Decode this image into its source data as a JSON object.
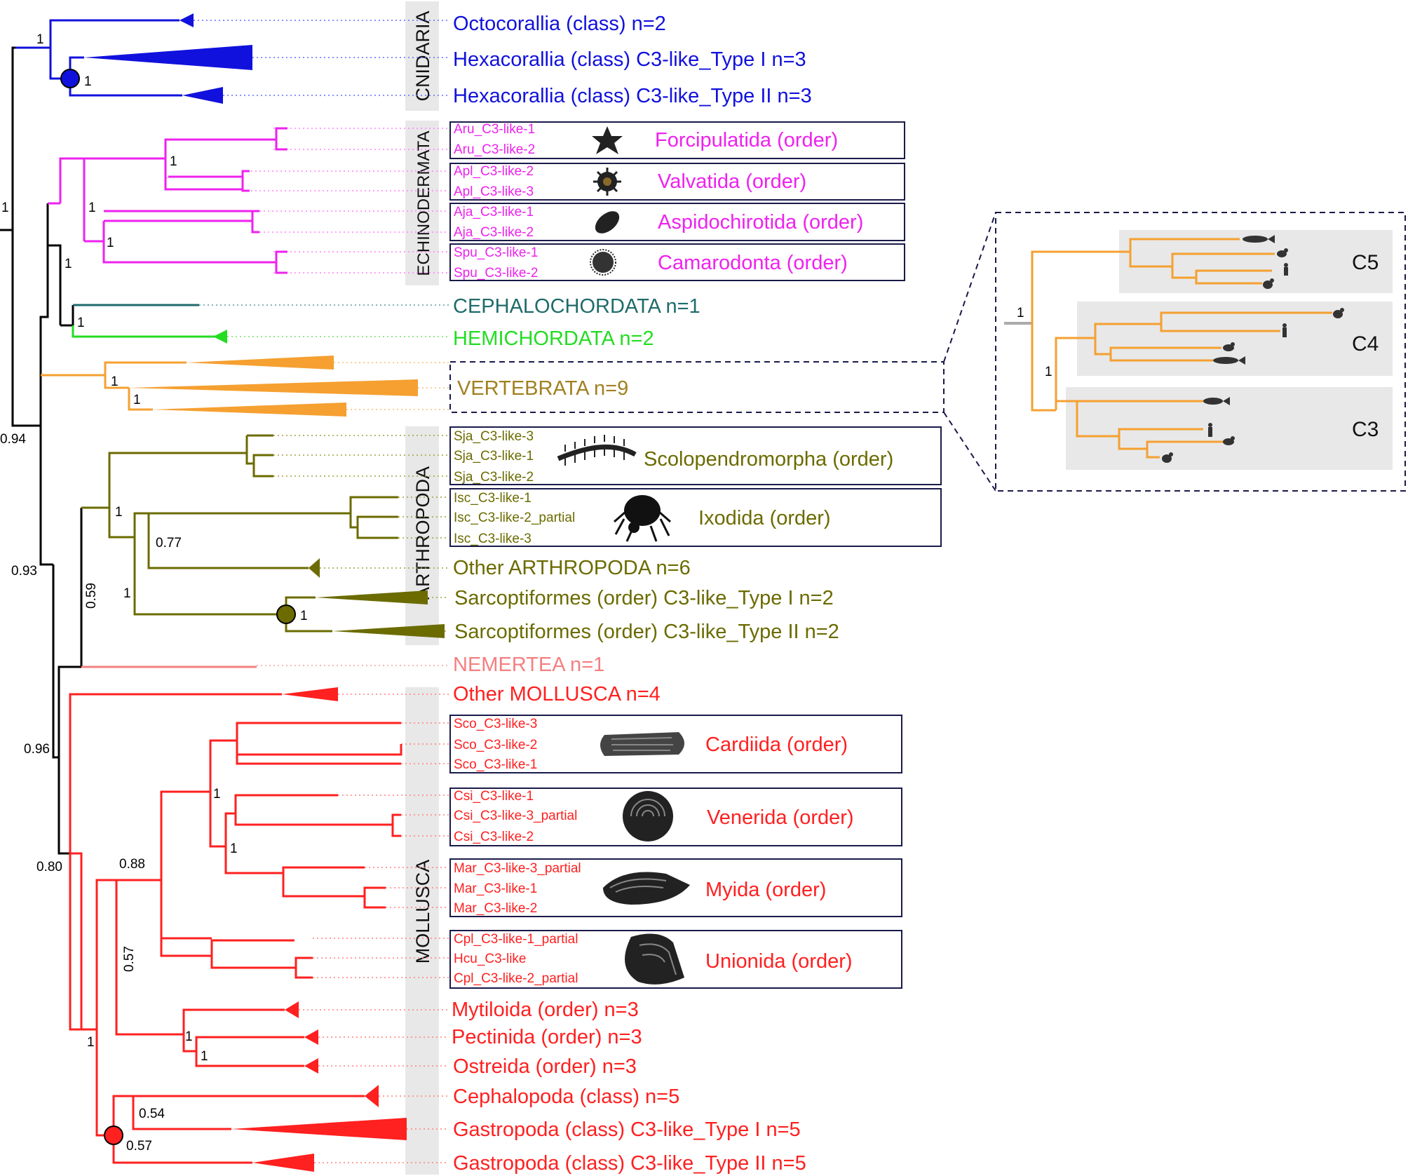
{
  "colors": {
    "cnidaria": "#1111dd",
    "echino": "#ee22ee",
    "cephalo": "#1f6b6b",
    "hemi": "#22dd22",
    "vert": "#f5a030",
    "vert_text": "#a08020",
    "arthro": "#6b6b00",
    "nemer": "#f48080",
    "mollusca": "#ff2020",
    "backbone": "#000000",
    "band": "#e8e8e8"
  },
  "phyla": {
    "cnidaria": "CNIDARIA",
    "echinodermata": "ECHINODERMATA",
    "arthropoda": "ARTHROPODA",
    "mollusca": "MOLLUSCA"
  },
  "clades": {
    "octocorallia": "Octocorallia (class) n=2",
    "hexa1": "Hexacorallia (class) C3-like_Type I n=3",
    "hexa2": "Hexacorallia (class) C3-like_Type II n=3",
    "cephalochordata": "CEPHALOCHORDATA n=1",
    "hemichordata": "HEMICHORDATA n=2",
    "vertebrata": "VERTEBRATA n=9",
    "other_arthro": "Other ARTHROPODA n=6",
    "sarco1": "Sarcoptiformes (order) C3-like_Type I n=2",
    "sarco2": "Sarcoptiformes (order) C3-like_Type II n=2",
    "nemertea": "NEMERTEA n=1",
    "other_mollusca": "Other MOLLUSCA n=4",
    "mytiloida": "Mytiloida (order) n=3",
    "pectinida": "Pectinida (order) n=3",
    "ostreida": "Ostreida (order) n=3",
    "cephalopoda": "Cephalopoda (class) n=5",
    "gastro1": "Gastropoda (class) C3-like_Type I n=5",
    "gastro2": "Gastropoda (class) C3-like_Type II n=5"
  },
  "orders": {
    "forcipulatida": "Forcipulatida (order)",
    "valvatida": "Valvatida (order)",
    "aspidochirotida": "Aspidochirotida (order)",
    "camarodonta": "Camarodonta (order)",
    "scolopendromorpha": "Scolopendromorpha (order)",
    "ixodida": "Ixodida (order)",
    "cardiida": "Cardiida (order)",
    "venerida": "Venerida (order)",
    "myida": "Myida (order)",
    "unionida": "Unionida (order)"
  },
  "genes": {
    "aru1": "Aru_C3-like-1",
    "aru2": "Aru_C3-like-2",
    "apl2": "Apl_C3-like-2",
    "apl3": "Apl_C3-like-3",
    "aja1": "Aja_C3-like-1",
    "aja2": "Aja_C3-like-2",
    "spu1": "Spu_C3-like-1",
    "spu2": "Spu_C3-like-2",
    "sja3": "Sja_C3-like-3",
    "sja1": "Sja_C3-like-1",
    "sja2": "Sja_C3-like-2",
    "isc1": "Isc_C3-like-1",
    "isc2": "Isc_C3-like-2_partial",
    "isc3": "Isc_C3-like-3",
    "sco3": "Sco_C3-like-3",
    "sco2": "Sco_C3-like-2",
    "sco1": "Sco_C3-like-1",
    "csi1": "Csi_C3-like-1",
    "csi3": "Csi_C3-like-3_partial",
    "csi2": "Csi_C3-like-2",
    "mar3": "Mar_C3-like-3_partial",
    "mar1": "Mar_C3-like-1",
    "mar2": "Mar_C3-like-2",
    "cpl1": "Cpl_C3-like-1_partial",
    "hcu": "Hcu_C3-like",
    "cpl2": "Cpl_C3-like-2_partial"
  },
  "support": {
    "root_cnid": "1",
    "hexa": "1",
    "root": "1",
    "echino_a": "1",
    "echino_b": "1",
    "echino_c": "1",
    "deut": "1",
    "chord": "1",
    "bb_094": "0.94",
    "vert_a": "1",
    "vert_b": "1",
    "bb_093": "0.93",
    "arth_a": "1",
    "arth_077": "0.77",
    "arth_059": "0.59",
    "arth_b": "1",
    "sarco": "1",
    "bb_096": "0.96",
    "bb_080": "0.80",
    "moll_a": "1",
    "moll_b": "1",
    "moll_088": "0.88",
    "moll_057a": "0.57",
    "moll_c": "1",
    "moll_d": "1",
    "moll_e": "1",
    "moll_054": "0.54",
    "moll_057b": "0.57",
    "inset_a": "1",
    "inset_b": "1"
  },
  "inset": {
    "groups": [
      "C5",
      "C4",
      "C3"
    ],
    "icons": [
      "fish-icon",
      "frog-icon",
      "human-icon",
      "chicken-icon"
    ]
  }
}
